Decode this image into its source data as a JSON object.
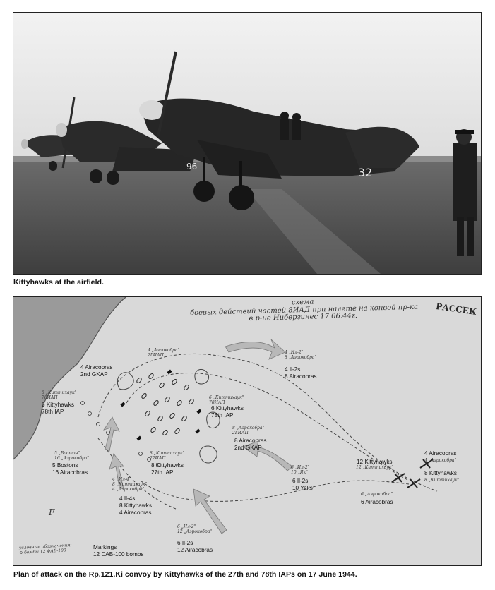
{
  "photo": {
    "caption": "Kittyhawks at the airfield.",
    "aircraft_markings": [
      "96",
      "32"
    ],
    "colors": {
      "sky": "#e6e6e6",
      "ground": "#5a5a5a",
      "aircraft": "#2b2b2b"
    }
  },
  "map": {
    "caption": "Plan of attack on the Rp.121.Ki convoy by Kittyhawks of the 27th and 78th IAPs on 17 June 1944.",
    "title_handwritten": [
      "схема",
      "боевых действий частей 8ИАД при налете на конвой пр-ка",
      "в р-не Нибергинес 17.06.44г."
    ],
    "corner_stamp": "РАССЕК",
    "labels": {
      "top_right": [
        "4 Il-2s",
        "8 Airacobras"
      ],
      "top_left_cobras": [
        "4 Airacobras",
        "2nd GKAP"
      ],
      "left_kitty": [
        "6 Kittyhawks",
        "78th IAP"
      ],
      "center_kitty": [
        "6 Kittyhawks",
        "78th IAP"
      ],
      "right_cobras": [
        "8 Airacobras",
        "2nd GKAP"
      ],
      "bostons": [
        "5 Bostons",
        "16 Airacobras"
      ],
      "mid_kitty": [
        "8 Kittyhawks",
        "27th IAP"
      ],
      "il4s": [
        "4 Il-4s",
        "8 Kittyhawks",
        "4 Airacobras"
      ],
      "il2_yaks": [
        "6 Il-2s",
        "10 Yaks"
      ],
      "right_kitty": [
        "12 Kittyhawks"
      ],
      "far_right_cobras": [
        "4 Airacobras"
      ],
      "far_right_kitty": [
        "8 Kittyhawks"
      ],
      "lower_right_cobras": [
        "6 Airacobras"
      ],
      "bottom_il2": [
        "6 Il-2s",
        "12 Airacobras"
      ]
    },
    "markings": {
      "heading": "Markings",
      "text": "12 DAB-100 bombs"
    },
    "legend_handwritten": [
      "условные обозначения:",
      "⊙ бомбы 12 ФАБ-100"
    ],
    "hw_tags": {
      "a": [
        "4 „Аэрокобра\"",
        "2ГИАП"
      ],
      "b": [
        "6 „Киттихаук\"",
        "78ИАП"
      ],
      "c": [
        "6 „Киттихаук\"",
        "78ИАП"
      ],
      "d": [
        "8 „Аэрокобра\"",
        "2ГИАП"
      ],
      "e": [
        "5 „Бостон\"",
        "16 „Аэрокобра\""
      ],
      "f": [
        "8 „Киттихаук\"",
        "27ИАП"
      ],
      "g": [
        "4 „Ил-4\"",
        "8 „Киттихаук\"",
        "4 „Аэрокобра\""
      ],
      "h": [
        "4 „Ил-2\"",
        "8 „Аэрокобра\""
      ],
      "i": [
        "6 „Ил-2\"",
        "10 „Як\""
      ],
      "j": [
        "12 „Киттихаук\""
      ],
      "k": [
        "4 „Аэрокобра\""
      ],
      "l": [
        "8 „Киттихаук\""
      ],
      "m": [
        "6 „Аэрокобра\""
      ],
      "n": [
        "6 „Ил-2\"",
        "12 „Аэрокобра\""
      ]
    },
    "letter_mark": "F",
    "colors": {
      "paper": "#dcdcdc",
      "coast": "#8a8a8a",
      "ink": "#333333"
    }
  }
}
